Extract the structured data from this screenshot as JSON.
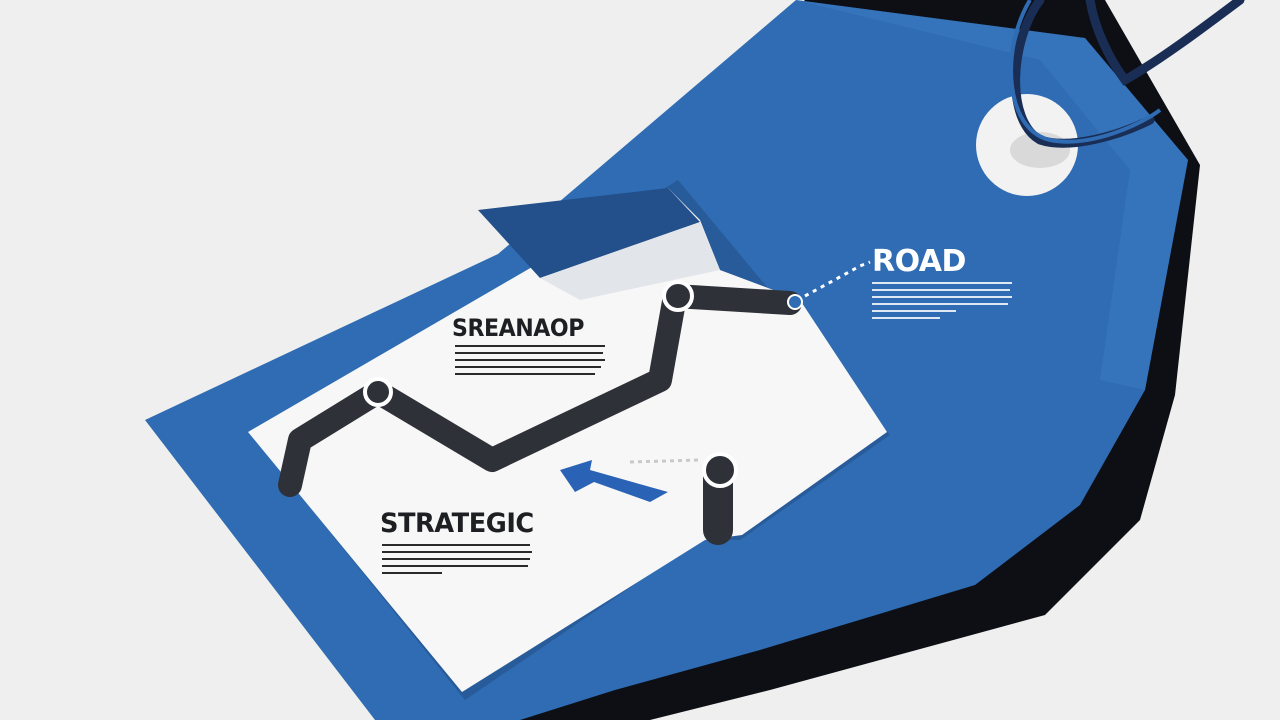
{
  "illustration": {
    "colors": {
      "background": "#efefef",
      "tag_blue": "#2f6cb3",
      "tag_shadow": "#0d0f14",
      "paper": "#f7f7f7",
      "road": "#2e3238",
      "arrow_blue": "#2a63b5"
    },
    "labels": {
      "map_title": "SREANAOP",
      "strategic": "STRATEGIC",
      "road": "ROAD"
    },
    "icons": [
      "price-tag-icon",
      "map-icon",
      "route-line-icon",
      "waypoint-icon",
      "arrow-icon",
      "string-icon"
    ]
  }
}
